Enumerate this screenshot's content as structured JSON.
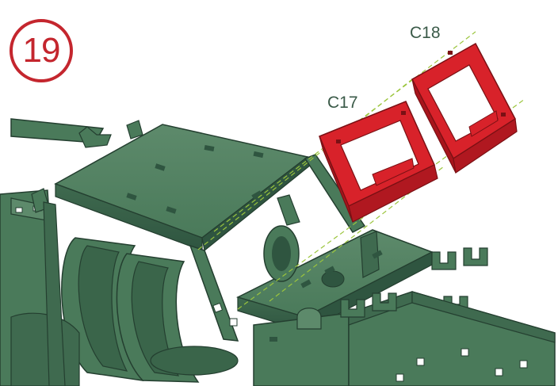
{
  "step": {
    "number": "19"
  },
  "parts": [
    {
      "label": "C17",
      "color": "#d8222a"
    },
    {
      "label": "C18",
      "color": "#d8222a"
    }
  ],
  "colors": {
    "accent": "#c4262e",
    "model_green": "#4a7a5a",
    "model_green_dark": "#2f5540",
    "highlight_part": "#d8222a",
    "guide_line": "#9bc53d"
  }
}
